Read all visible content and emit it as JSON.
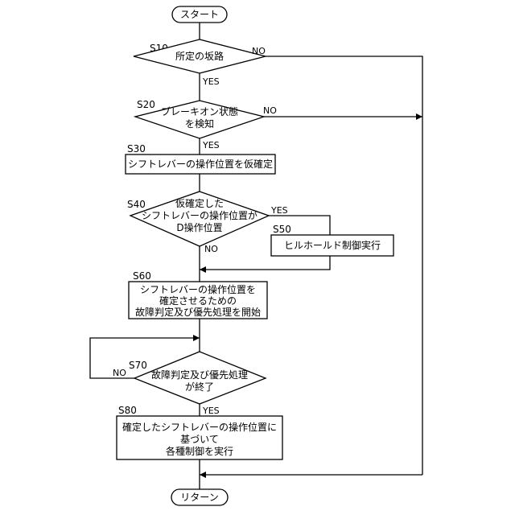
{
  "nodes": {
    "start": {
      "lines": [
        "スタート"
      ]
    },
    "s10": {
      "step": "S10",
      "lines": [
        "所定の坂路"
      ]
    },
    "s20": {
      "step": "S20",
      "lines": [
        "ブレーキオン状態",
        "を検知"
      ]
    },
    "s30": {
      "step": "S30",
      "lines": [
        "シフトレバーの操作位置を仮確定"
      ]
    },
    "s40": {
      "step": "S40",
      "lines": [
        "仮確定した",
        "シフトレバーの操作位置が",
        "D操作位置"
      ]
    },
    "s50": {
      "step": "S50",
      "lines": [
        "ヒルホールド制御実行"
      ]
    },
    "s60": {
      "step": "S60",
      "lines": [
        "シフトレバーの操作位置を",
        "確定させるための",
        "故障判定及び優先処理を開始"
      ]
    },
    "s70": {
      "step": "S70",
      "lines": [
        "故障判定及び優先処理",
        "が終了"
      ]
    },
    "s80": {
      "step": "S80",
      "lines": [
        "確定したシフトレバーの操作位置に",
        "基づいて",
        "各種制御を実行"
      ]
    },
    "end": {
      "lines": [
        "リターン"
      ]
    }
  },
  "edges": {
    "s10_yes": "YES",
    "s10_no": "NO",
    "s20_yes": "YES",
    "s20_no": "NO",
    "s40_yes": "YES",
    "s40_no": "NO",
    "s70_yes": "YES",
    "s70_no": "NO"
  }
}
